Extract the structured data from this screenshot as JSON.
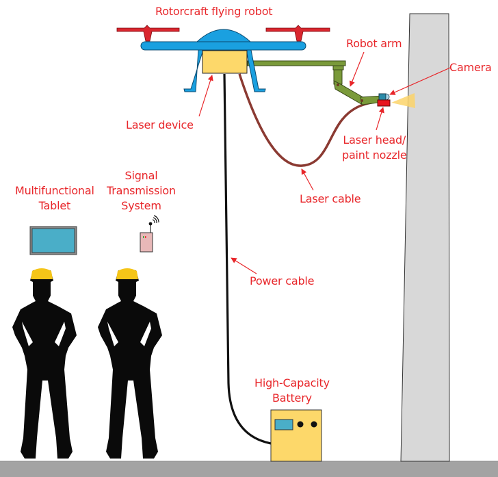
{
  "labels": {
    "rotorcraft": "Rotorcraft flying robot",
    "robot_arm": "Robot arm",
    "camera": "Camera",
    "laser_device": "Laser device",
    "laser_head": [
      "Laser head/",
      "paint nozzle"
    ],
    "laser_cable": "Laser cable",
    "tablet": [
      "Multifunctional",
      "Tablet"
    ],
    "signal": [
      "Signal",
      "Transmission",
      "System"
    ],
    "power_cable": "Power cable",
    "battery": [
      "High-Capacity",
      "Battery"
    ]
  },
  "colors": {
    "label": "#e8262a",
    "drone_body": "#1aa0e0",
    "propeller": "#d9262e",
    "laser_device": "#fdd86a",
    "robot_arm": "#7a9a3a",
    "laser_cable": "#8b3a32",
    "power_cable": "#111111",
    "tower": "#d8d8d8",
    "ground": "#a3a3a3",
    "tablet_screen": "#4aaec8",
    "transmitter": "#e8b8b8",
    "helmet": "#f5c518",
    "camera": "#2a8aa8",
    "nozzle": "#e8141e",
    "spray": "#fcd46a"
  }
}
